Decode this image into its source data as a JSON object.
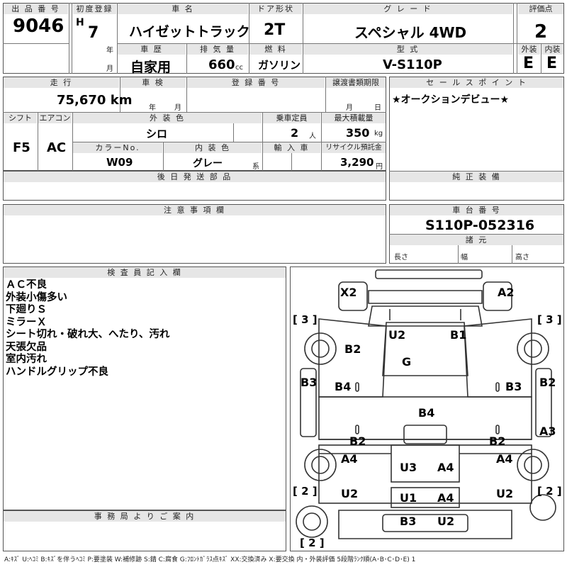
{
  "header": {
    "lot_no_label": "出 品 番 号",
    "lot_no": "9046",
    "first_reg_label": "初度登録",
    "era": "H",
    "year": "7",
    "year_unit": "年",
    "month_unit": "月",
    "car_name_label": "車  名",
    "car_name": "ハイゼットトラック",
    "door_label": "ドア形状",
    "door": "2T",
    "grade_label": "グ レ ー ド",
    "grade": "スペシャル 4WD",
    "score_label": "評価点",
    "score": "2",
    "history_label": "車 歴",
    "history": "自家用",
    "displacement_label": "排 気 量",
    "displacement": "660",
    "displacement_unit": "cc",
    "fuel_label": "燃 料",
    "fuel": "ガソリン",
    "model_label": "型 式",
    "model": "V-S110P",
    "exterior_label": "外装",
    "exterior": "E",
    "interior_label": "内装",
    "interior": "E"
  },
  "specs": {
    "mileage_label": "走 行",
    "mileage": "75,670 km",
    "inspection_label": "車 検",
    "inspection_year_unit": "年",
    "inspection_month_unit": "月",
    "reg_no_label": "登 録 番 号",
    "transfer_label": "譲渡書類期限",
    "transfer_month_unit": "月",
    "transfer_day_unit": "日",
    "sales_point_label": "セ ー ル ス ポ イ ン ト",
    "sales_point": "★オークションデビュー★",
    "shift_label": "シフト",
    "shift": "F5",
    "ac_label": "エアコン",
    "ac": "AC",
    "ext_color_label": "外 装 色",
    "ext_color": "シロ",
    "capacity_label": "乗車定員",
    "capacity": "2",
    "capacity_unit": "人",
    "max_load_label": "最大積載量",
    "max_load": "350",
    "max_load_unit": "kg",
    "color_no_label": "カラーNo.",
    "color_no": "W09",
    "int_color_label": "内 装 色",
    "int_color": "グレー",
    "int_color_unit": "系",
    "import_label": "輸 入 車",
    "recycle_label": "リサイクル預託金",
    "recycle": "3,290",
    "recycle_unit": "円",
    "later_parts_label": "後 日 発 送 部 品",
    "genuine_label": "純 正 装 備"
  },
  "notes": {
    "caution_label": "注 意 事 項 欄"
  },
  "chassis": {
    "label": "車 台 番 号",
    "number": "S110P-052316",
    "spec_label": "諸 元",
    "length_label": "長さ",
    "width_label": "幅",
    "height_label": "高さ"
  },
  "inspector": {
    "label": "検 査 員 記 入 欄",
    "lines": [
      "ＡＣ不良",
      "外装小傷多い",
      "下廻りＳ",
      "ミラーＸ",
      "シート切れ・破れ大、へたり、汚れ",
      "天張欠品",
      "室内汚れ",
      "ハンドルグリップ不良"
    ]
  },
  "office": {
    "label": "事 務 局 よ り ご 案 内"
  },
  "diagram": {
    "marks": {
      "x2": "X2",
      "a2": "A2",
      "u2_top": "U2",
      "b1": "B1",
      "g": "G",
      "b2_left": "B2",
      "b4_left": "B4",
      "b3_left": "B3",
      "b3_right": "B3",
      "b2_right": "B2",
      "b4_center": "B4",
      "a3": "A3",
      "b2_low_left": "B2",
      "b2_low_right": "B2",
      "a4_left": "A4",
      "u3": "U3",
      "a4_center": "A4",
      "a4_right": "A4",
      "u2_left": "U2",
      "u1": "U1",
      "a4_lower": "A4",
      "u2_right": "U2",
      "b3_bottom": "B3",
      "u2_bottom": "U2"
    },
    "tires": {
      "front_left": "[ 3 ]",
      "front_right": "[ 3 ]",
      "rear_left": "[ 2 ]",
      "rear_right": "[ 2 ]",
      "spare": "[ 2 ]"
    }
  },
  "legend": "A:ｷｽﾞ U:ﾍｺﾐ B:ｷｽﾞを伴うﾍｺﾐ P:要塗装 W:補修跡 S:錆 C:腐食 G:ﾌﾛﾝﾄｶﾞﾗｽ点ｷｽﾞ XX:交換済み X:要交換 内・外装評価 5段階ﾗﾝｸ順(A･B･C･D･E) 1"
}
